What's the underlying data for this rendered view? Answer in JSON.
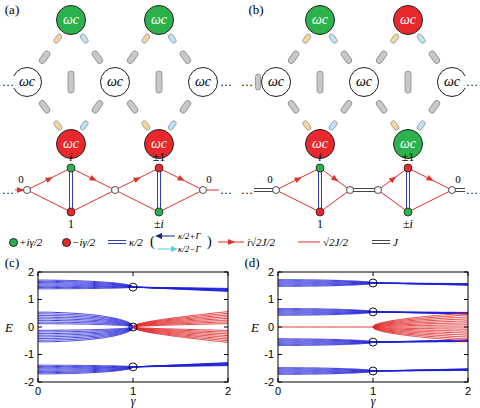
{
  "diagram": {
    "nodes": [
      {
        "text": [
          "ωc"
        ]
      },
      {
        "text": [
          "ωc"
        ]
      },
      {
        "text": [
          "ωc"
        ]
      },
      {
        "text": [
          "ωc"
        ]
      },
      {
        "text": [
          "ωc"
        ]
      },
      {
        "text": [
          "ωc"
        ]
      },
      {
        "text": [
          "ωc"
        ]
      },
      {
        "text": [
          "ωc"
        ]
      },
      {
        "text": [
          "ωc"
        ]
      },
      {
        "text": [
          "ωc"
        ]
      },
      {
        "text": [
          "ωc"
        ]
      },
      {
        "text": [
          "ωc"
        ]
      },
      {
        "text": [
          "ωc"
        ]
      },
      {
        "text": [
          "ωc"
        ]
      }
    ],
    "labels": [
      "(a)",
      "…",
      "…",
      "0",
      "i",
      "1",
      "±1",
      "±i",
      "0",
      "…",
      "…",
      "(b)",
      "…",
      "…",
      "0",
      "i",
      "1",
      "±1",
      "±i",
      "0",
      "…",
      "…",
      "(",
      "κ/2+Γ",
      "κ/2−Γ",
      ")",
      "(c)",
      "2",
      "1",
      "0",
      "-1",
      "-2",
      "0",
      "1",
      "2",
      "E",
      "γ",
      "(d)",
      "2",
      "1",
      "0",
      "-1",
      "-2",
      "0",
      "1",
      "2",
      "E",
      "γ"
    ],
    "legend": [
      {
        "text": "+iγ/2",
        "color": "#2bb24c"
      },
      {
        "text": "−iγ/2",
        "color": "#e8282c"
      },
      {
        "text": "κ/2"
      },
      {
        "text": "i√2J/2"
      },
      {
        "text": "√2J/2"
      },
      {
        "text": "J"
      }
    ]
  }
}
